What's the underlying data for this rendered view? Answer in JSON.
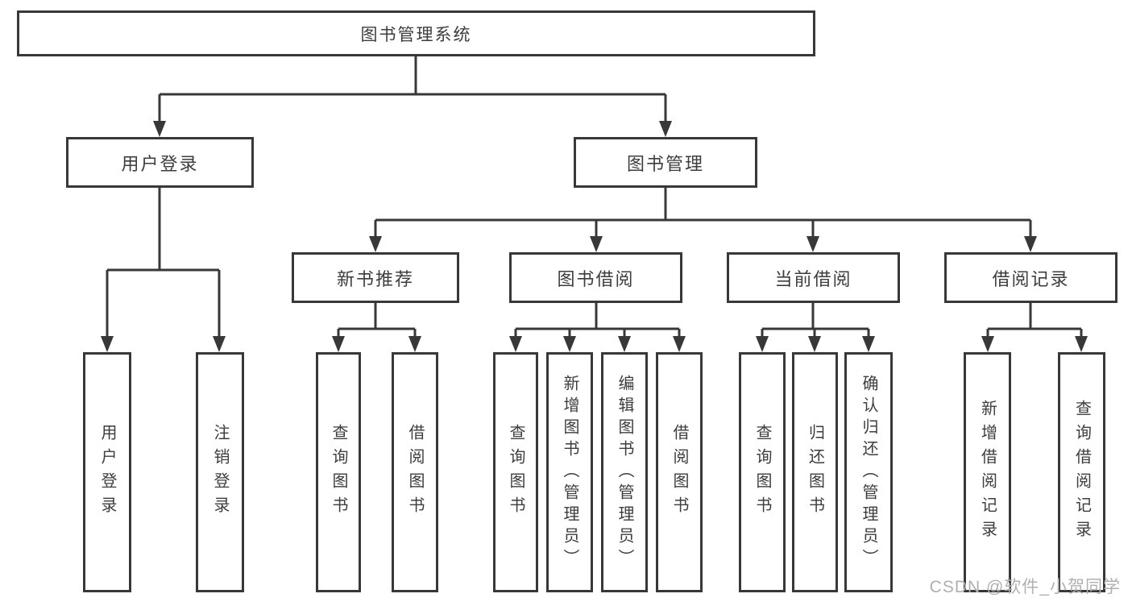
{
  "diagram": {
    "title": "图书管理系统",
    "branches": [
      {
        "label": "用户登录",
        "children": [
          {
            "label": "用户登录"
          },
          {
            "label": "注销登录"
          }
        ]
      },
      {
        "label": "图书管理",
        "children": [
          {
            "label": "新书推荐",
            "children": [
              {
                "label": "查询图书"
              },
              {
                "label": "借阅图书"
              }
            ]
          },
          {
            "label": "图书借阅",
            "children": [
              {
                "label": "查询图书"
              },
              {
                "label": "新增图书（管理员）"
              },
              {
                "label": "编辑图书（管理员）"
              },
              {
                "label": "借阅图书"
              }
            ]
          },
          {
            "label": "当前借阅",
            "children": [
              {
                "label": "查询图书"
              },
              {
                "label": "归还图书"
              },
              {
                "label": "确认归还（管理员）"
              }
            ]
          },
          {
            "label": "借阅记录",
            "children": [
              {
                "label": "新增借阅记录"
              },
              {
                "label": "查询借阅记录"
              }
            ]
          }
        ]
      }
    ]
  },
  "watermark": {
    "text": "CSDN @软件_小贺同学"
  },
  "colors": {
    "line": "#383838",
    "box_border": "#383838",
    "text": "#3d3d3d",
    "background": "#ffffff",
    "watermark": "#b0b0b0"
  }
}
